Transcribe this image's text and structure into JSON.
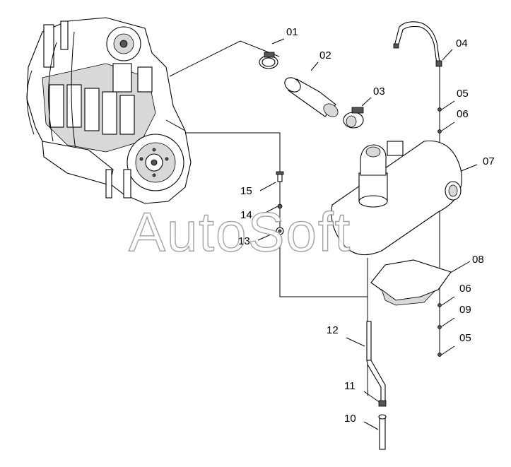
{
  "watermark": "AutoSoft",
  "callouts": [
    {
      "id": "01",
      "name": "callout-01"
    },
    {
      "id": "02",
      "name": "callout-02"
    },
    {
      "id": "03",
      "name": "callout-03"
    },
    {
      "id": "04",
      "name": "callout-04"
    },
    {
      "id": "05",
      "name": "callout-05-upper"
    },
    {
      "id": "06",
      "name": "callout-06-upper"
    },
    {
      "id": "07",
      "name": "callout-07"
    },
    {
      "id": "08",
      "name": "callout-08"
    },
    {
      "id": "06",
      "name": "callout-06-lower"
    },
    {
      "id": "09",
      "name": "callout-09"
    },
    {
      "id": "05",
      "name": "callout-05-lower"
    },
    {
      "id": "12",
      "name": "callout-12"
    },
    {
      "id": "11",
      "name": "callout-11"
    },
    {
      "id": "10",
      "name": "callout-10"
    },
    {
      "id": "15",
      "name": "callout-15"
    },
    {
      "id": "14",
      "name": "callout-14"
    },
    {
      "id": "13",
      "name": "callout-13"
    }
  ]
}
